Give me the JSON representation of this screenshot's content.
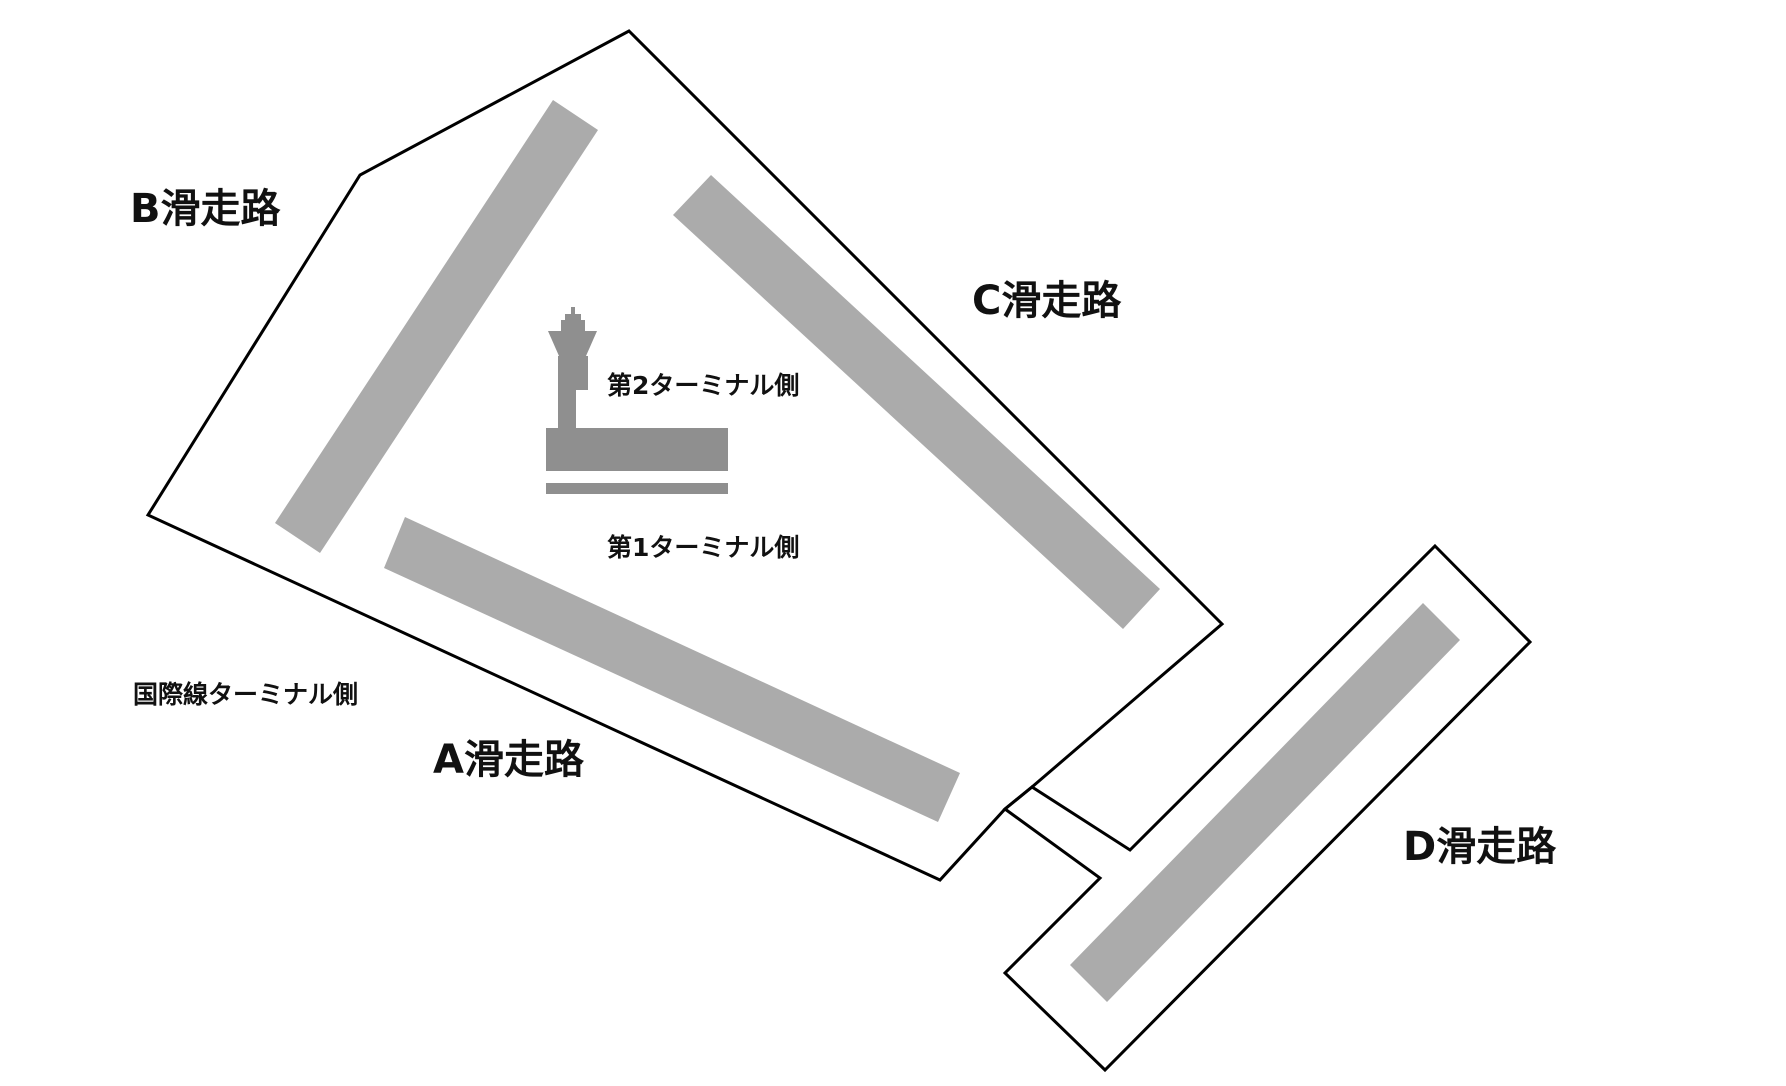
{
  "map": {
    "runways": [
      {
        "id": "A",
        "label": "A滑走路"
      },
      {
        "id": "B",
        "label": "B滑走路"
      },
      {
        "id": "C",
        "label": "C滑走路"
      },
      {
        "id": "D",
        "label": "D滑走路"
      }
    ],
    "terminal_sides": {
      "terminal2": "第2ターミナル側",
      "terminal1": "第1ターミナル側",
      "international": "国際線ターミナル側"
    },
    "colors": {
      "background": "#ffffff",
      "outline": "#000000",
      "runway": "#ababab",
      "terminal": "#8f8f8f",
      "text": "#111111"
    }
  }
}
